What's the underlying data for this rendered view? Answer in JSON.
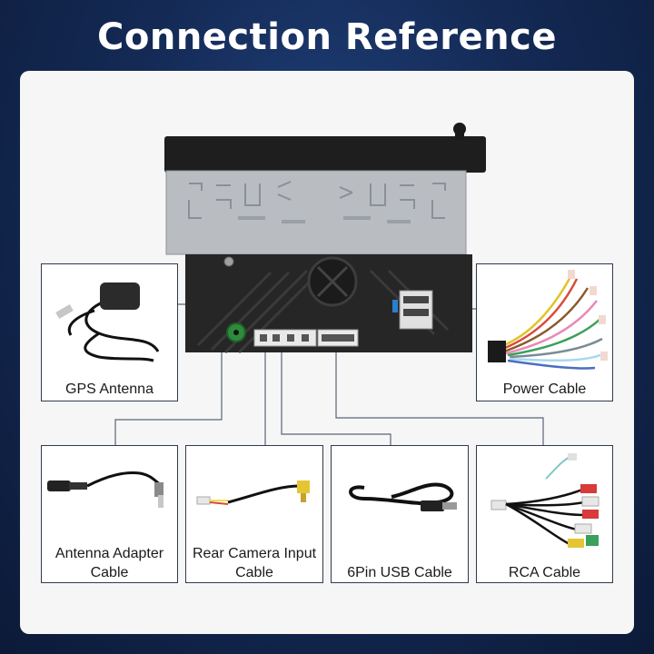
{
  "title": "Connection Reference",
  "accessories": {
    "gps_antenna": "GPS Antenna",
    "power_cable": "Power Cable",
    "antenna_adapter_line1": "Antenna Adapter",
    "antenna_adapter_line2": "Cable",
    "rear_camera_line1": "Rear Camera Input",
    "rear_camera_line2": "Cable",
    "usb_cable": "6Pin USB Cable",
    "rca_cable": "RCA Cable"
  },
  "icons": [
    "head-unit-rear",
    "gps-antenna-image",
    "power-cable-image",
    "antenna-adapter-image",
    "rear-camera-cable-image",
    "usb-cable-image",
    "rca-cable-image"
  ]
}
